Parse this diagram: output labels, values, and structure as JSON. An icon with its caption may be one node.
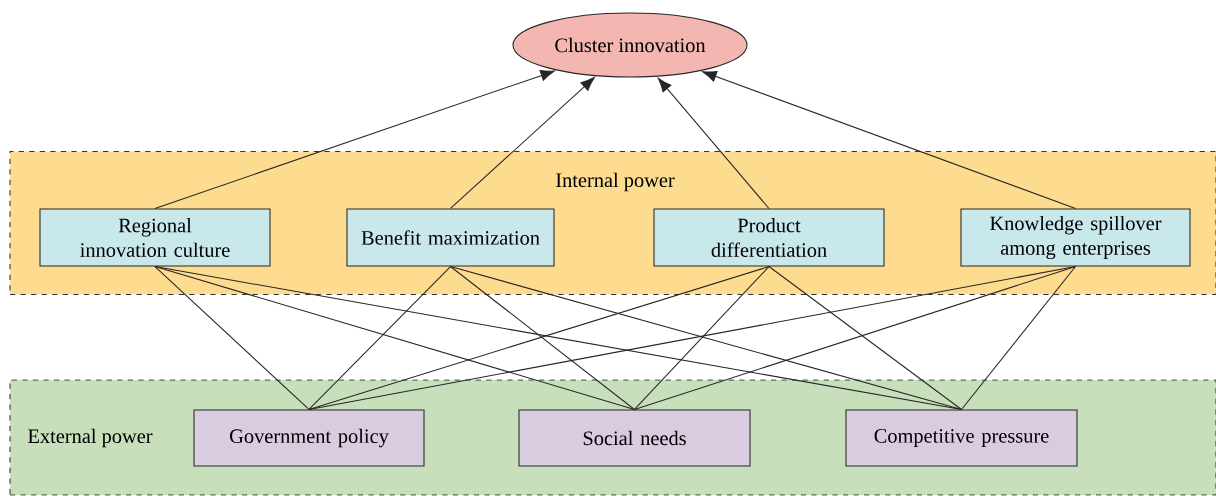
{
  "diagram": {
    "nodes": [
      {
        "text": [
          "Cluster innovation"
        ]
      },
      {
        "text": [
          "Internal power"
        ]
      },
      {
        "text": [
          "Regional innovation culture"
        ],
        "in": 1
      },
      {
        "text": [
          "Benefit maximization"
        ],
        "in": 1
      },
      {
        "text": [
          "Product differentiation"
        ],
        "in": 1
      },
      {
        "text": [
          "Knowledge spillover among enterprises"
        ],
        "in": 1
      },
      {
        "text": [
          "External power"
        ]
      },
      {
        "text": [
          "Government policy"
        ],
        "in": 6
      },
      {
        "text": [
          "Social needs"
        ],
        "in": 6
      },
      {
        "text": [
          "Competitive pressure"
        ],
        "in": 6
      }
    ],
    "edges": [
      {
        "from": 2,
        "to": 0,
        "arrow": "to"
      },
      {
        "from": 3,
        "to": 0,
        "arrow": "to"
      },
      {
        "from": 4,
        "to": 0,
        "arrow": "to"
      },
      {
        "from": 5,
        "to": 0,
        "arrow": "to"
      },
      {
        "from": 2,
        "to": 7,
        "arrow": "none"
      },
      {
        "from": 2,
        "to": 8,
        "arrow": "none"
      },
      {
        "from": 2,
        "to": 9,
        "arrow": "none"
      },
      {
        "from": 3,
        "to": 7,
        "arrow": "none"
      },
      {
        "from": 3,
        "to": 8,
        "arrow": "none"
      },
      {
        "from": 3,
        "to": 9,
        "arrow": "none"
      },
      {
        "from": 4,
        "to": 7,
        "arrow": "none"
      },
      {
        "from": 4,
        "to": 8,
        "arrow": "none"
      },
      {
        "from": 4,
        "to": 9,
        "arrow": "none"
      },
      {
        "from": 5,
        "to": 7,
        "arrow": "none"
      },
      {
        "from": 5,
        "to": 8,
        "arrow": "none"
      },
      {
        "from": 5,
        "to": 9,
        "arrow": "none"
      }
    ]
  }
}
